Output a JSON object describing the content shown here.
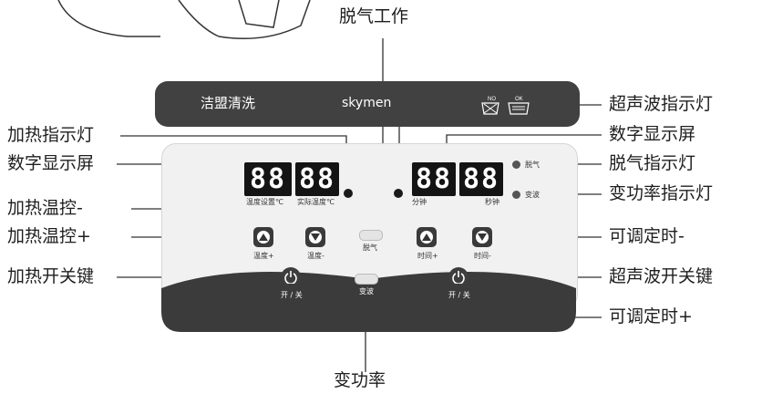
{
  "brand": {
    "name_cn": "洁盟清洗",
    "logo": "skymen",
    "icon_no": "NO",
    "icon_ok": "OK"
  },
  "callouts": {
    "degas_work": "脱气工作",
    "heat_indicator": "加热指示灯",
    "digital_display_left": "数字显示屏",
    "heat_temp_minus": "加热温控-",
    "heat_temp_plus": "加热温控+",
    "heat_switch": "加热开关键",
    "ultrasonic_indicator": "超声波指示灯",
    "digital_display_right": "数字显示屏",
    "degas_indicator": "脱气指示灯",
    "freq_indicator": "变功率指示灯",
    "timer_minus": "可调定时-",
    "ultrasonic_switch": "超声波开关键",
    "timer_plus": "可调定时+",
    "variable_power": "变功率"
  },
  "panel": {
    "display_left_1": "88",
    "display_left_2": "88",
    "display_right_1": "88",
    "display_right_2": "88",
    "temp_set": "温度设置℃",
    "temp_actual": "实际温度℃",
    "minutes": "分钟",
    "seconds": "秒钟",
    "degas_led": "脱气",
    "freq_led": "变波",
    "temp_plus": "温度+",
    "temp_minus": "温度-",
    "degas_btn": "脱气",
    "time_plus": "时间+",
    "time_minus": "时间-",
    "onoff_left": "开 / 关",
    "freq_btn": "变波",
    "onoff_right": "开 / 关"
  },
  "colors": {
    "panel_dark": "#414141",
    "panel_light": "#f1f1f1",
    "display_bg": "#141414"
  }
}
